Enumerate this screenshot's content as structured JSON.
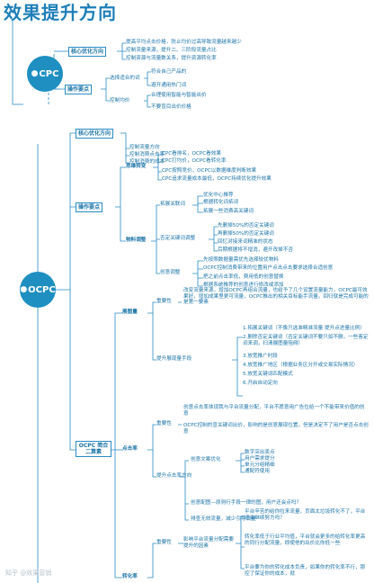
{
  "title": "效果提升方向",
  "cpc": {
    "hub_label": "CPC",
    "branch_core": {
      "label": "核心优化方向",
      "items": [
        "提高平均点击价格，防止均价过高导致流量越来越少",
        "控制流量来源，提升二、三阶段流量占比",
        "控制资源与流量数关系，提升资源转化率"
      ]
    },
    "branch_ops": {
      "label": "操作要点",
      "groups": [
        {
          "label": "选择适合的词",
          "items": [
            "符合自己产品的",
            "避开通用热门词"
          ]
        },
        {
          "label": "控制均价",
          "items": [
            "合理使用智能与智能出价",
            "不要盲目出价价格"
          ]
        }
      ]
    }
  },
  "ocpc": {
    "hub_label": "OCPC",
    "branch_core": {
      "label": "核心优化方向",
      "items": [
        "控制流量方向",
        "控制消费点击率",
        "控制消费的成本"
      ]
    },
    "branch_ops": {
      "label": "操作要点",
      "sections": [
        {
          "label": "思维转变",
          "items": [
            "CPC看排名，OCPC看效果",
            "CPC打均价，OCPC看转化率",
            "CPC按照竞价，OCPC以数据维度判断效果",
            "CPC追求流量成本最低，OCPC持续优化提升效果"
          ]
        },
        {
          "label": "物料调整",
          "subs": [
            {
              "label": "拓展关联词",
              "items": [
                "优化中心推荐",
                "根据转化词拓词",
                "拓展一些消费高关键词"
              ]
            },
            {
              "label": "否定关键词调整",
              "items": [
                "先删掉50%的否定关键词",
                "再删掉50%的否定关键词",
                "回忆对接来词精准的状态",
                "后期根据将不增消，避开改掉不否"
              ]
            },
            {
              "label": "创意调整",
              "items": [
                "先按照数据量需优先选择较优物料",
                "OCPC控制消费带来的位置用户点击点击要求选择合适创意",
                "把之前点击率低，费用低的创意替换",
                "根据系统推荐的创意进行修改或添加"
              ]
            }
          ]
        }
      ]
    },
    "branch_hosting": {
      "label": "OCPC 简合二算素",
      "sections": [
        {
          "label": "展图量",
          "subs": [
            {
              "label": "重要性",
              "text": "改变流量来源，增加OCPC再组合流量，也给予了几个设置流量能力，OCPC最可效果好，增加成果里更可流量，OCPC推出的相关目标能手流量。回归就是完成可能的是第一要素"
            },
            {
              "label": "提升展现量手段",
              "items": [
                "1.拓展关键词（不像只选准精准流量 提升点进量比例）",
                "2.删除否定关键词（否定关键词不要只如不删，一些客定词来调，扫清展图量阻碍）",
                "3.放宽推广时段",
                "4.放宽推广地区（根据业务区分开或交易实际情况）",
                "5.放宽关键词匹配模式",
                "6.开启自动定向"
              ]
            }
          ]
        },
        {
          "label": "点击率",
          "subs": [
            {
              "label": "重要性",
              "lines": [
                "创意点击率体现我与平台流量分配，平台不愿意用广告位给一个不能带来价值的创意",
                "OCPC控制的宣关键词出价，影响的是创意展现位置，但是决定不了用户是否点击创意"
              ]
            },
            {
              "label": "提升点击率方向",
              "groups": [
                {
                  "label": "创意文案优化",
                  "items": [
                    "数字突出卖点",
                    "用户需求提分",
                    "单元分组精细",
                    "通配符使用"
                  ]
                },
                {
                  "label": "",
                  "items": [
                    "创意配图—原则行手段一律的图，用户还会点吗？",
                    "排查无效流量，减少引导流量"
                  ]
                }
              ]
            }
          ]
        },
        {
          "label": "转化率",
          "subs": [
            {
              "label": "重要性",
              "sub_label": "影响平台流量分配需要提升的因素",
              "items": [
                "平台辛苦的给你拉来流量，页面太垃圾转化不了，平台还会继续努力吗？",
                "转化率低于行业平均值，平台就会更多的给转化率更高的同行分配流量，即使他的出价比你低一些",
                "平台要为你的转化成本负责，如果你的转化率不行，那控了保证你的成本，就"
              ]
            }
          ]
        }
      ]
    }
  },
  "watermark": "知乎 @效果营销"
}
